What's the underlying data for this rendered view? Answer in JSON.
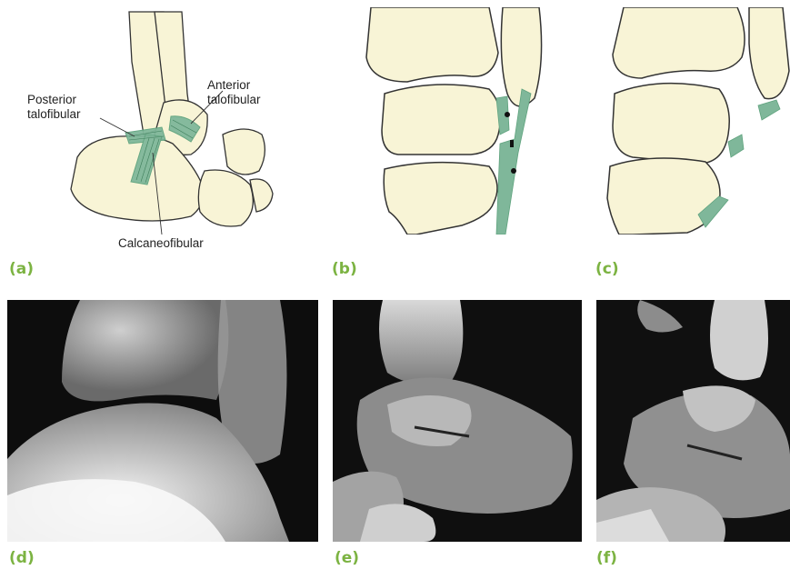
{
  "panels": [
    {
      "id": "a",
      "label": "(a)"
    },
    {
      "id": "b",
      "label": "(b)"
    },
    {
      "id": "c",
      "label": "(c)"
    },
    {
      "id": "d",
      "label": "(d)"
    },
    {
      "id": "e",
      "label": "(e)"
    },
    {
      "id": "f",
      "label": "(f)"
    }
  ],
  "annotations": {
    "posterior": [
      "Posterior",
      "talofibular"
    ],
    "anterior": [
      "Anterior",
      "talofibular"
    ],
    "calcaneo": "Calcaneofibular"
  },
  "colors": {
    "bone_fill": "#f8f4d6",
    "ligament": "#7fb79a",
    "label_green": "#7cb342",
    "xray_bg": "#0c0c0c"
  }
}
